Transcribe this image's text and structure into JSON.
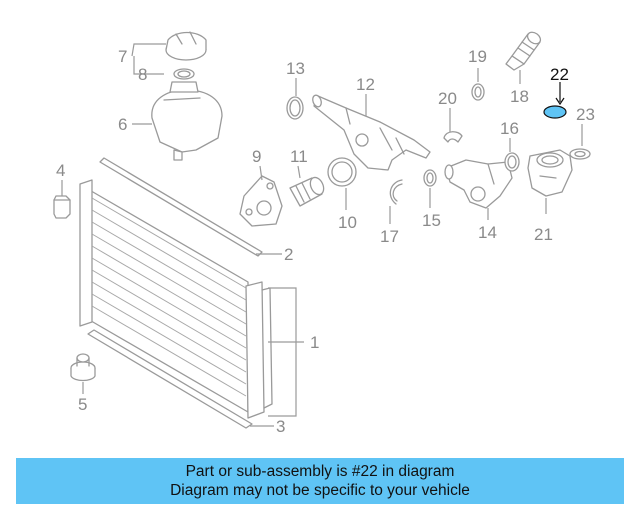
{
  "diagram": {
    "callouts": [
      {
        "id": "1",
        "label": "1"
      },
      {
        "id": "2",
        "label": "2"
      },
      {
        "id": "3",
        "label": "3"
      },
      {
        "id": "4",
        "label": "4"
      },
      {
        "id": "5",
        "label": "5"
      },
      {
        "id": "6",
        "label": "6"
      },
      {
        "id": "7",
        "label": "7"
      },
      {
        "id": "8",
        "label": "8"
      },
      {
        "id": "9",
        "label": "9"
      },
      {
        "id": "10",
        "label": "10"
      },
      {
        "id": "11",
        "label": "11"
      },
      {
        "id": "12",
        "label": "12"
      },
      {
        "id": "13",
        "label": "13"
      },
      {
        "id": "14",
        "label": "14"
      },
      {
        "id": "15",
        "label": "15"
      },
      {
        "id": "16",
        "label": "16"
      },
      {
        "id": "17",
        "label": "17"
      },
      {
        "id": "18",
        "label": "18"
      },
      {
        "id": "19",
        "label": "19"
      },
      {
        "id": "20",
        "label": "20"
      },
      {
        "id": "21",
        "label": "21"
      },
      {
        "id": "22",
        "label": "22"
      },
      {
        "id": "23",
        "label": "23"
      }
    ],
    "highlighted_part": "22",
    "highlight_color": "#5fc4f5"
  },
  "banner": {
    "line1": "Part or sub-assembly is #22 in diagram",
    "line2": "Diagram may not be specific to your vehicle",
    "background_color": "#5fc4f5"
  }
}
